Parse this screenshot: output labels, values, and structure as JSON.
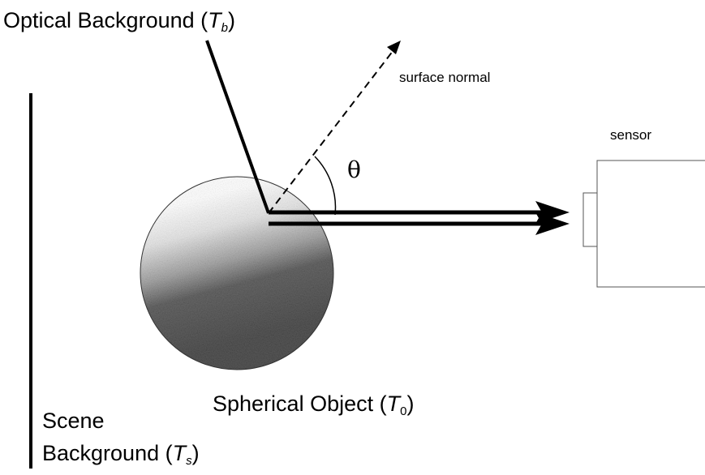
{
  "labels": {
    "optical_background": {
      "text": "Optical Background (",
      "symbol": "T",
      "subscript": "b",
      "close": ")"
    },
    "surface_normal": "surface normal",
    "sensor": "sensor",
    "theta": "θ",
    "spherical_object": {
      "text": "Spherical Object (",
      "symbol": "T",
      "subscript": "0",
      "close": ")"
    },
    "scene_background_line1": "Scene",
    "scene_background_line2": {
      "text": "Background (",
      "symbol": "T",
      "subscript": "s",
      "close": ")"
    }
  },
  "colors": {
    "ink": "#000000",
    "sphere_light": "#ffffff",
    "sphere_mid": "#9a9a9a",
    "sphere_dark": "#000000",
    "sensor_outline": "#555555"
  }
}
